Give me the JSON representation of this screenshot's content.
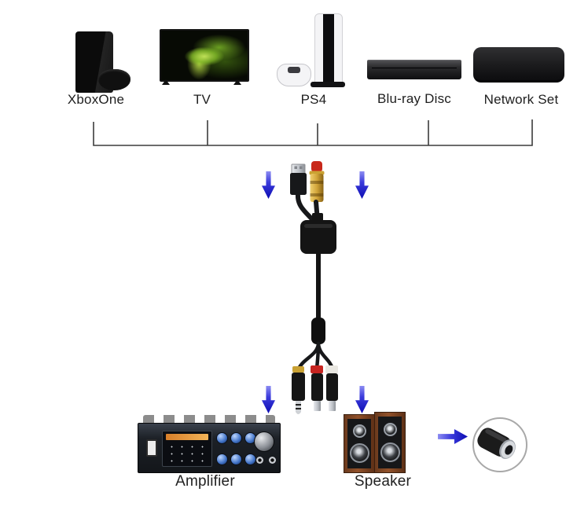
{
  "diagram": {
    "kind": "audio-converter-connection-diagram",
    "devices": [
      {
        "label": "XboxOne",
        "icon": "xbox-console-icon"
      },
      {
        "label": "TV",
        "icon": "tv-icon"
      },
      {
        "label": "PS4",
        "icon": "ps-console-icon"
      },
      {
        "label": "Blu-ray Disc",
        "icon": "bluray-player-icon"
      },
      {
        "label": "Network Set",
        "icon": "set-top-box-icon"
      }
    ],
    "outputs": [
      {
        "label": "Amplifier",
        "icon": "amplifier-icon"
      },
      {
        "label": "Speaker",
        "icon": "speaker-icon"
      }
    ],
    "cable": {
      "input_connectors": [
        "usb-a-power",
        "optical-toslink"
      ],
      "output_connectors": [
        "aux-3.5mm",
        "rca-red",
        "rca-white"
      ],
      "inline_parts": [
        "converter-box",
        "ferrite-bead"
      ]
    },
    "arrows": {
      "flow": [
        "down",
        "down",
        "down",
        "down",
        "right"
      ],
      "color": "#1d1dc9"
    },
    "colors": {
      "bracket_line": "#3c3c3c",
      "toslink_red": "#c8281a",
      "toslink_gold": "#d2a53a",
      "rca_red": "#c62420",
      "rca_white": "#e9e7e1",
      "speaker_wood": "#8a4a26",
      "knob_blue": "#3d6fc4"
    }
  }
}
